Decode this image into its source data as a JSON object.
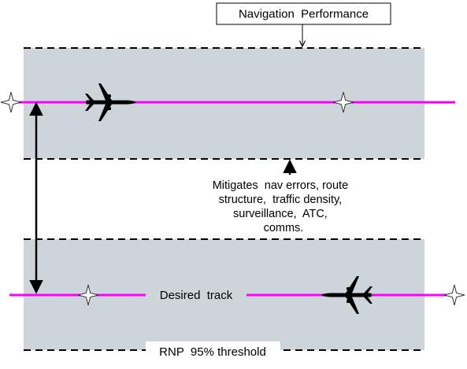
{
  "labels": {
    "top_box": "Navigation  Performance",
    "mitigates_lines": [
      "Mitigates  nav errors, route",
      "structure,  traffic density,",
      "surveillance,  ATC,",
      "comms."
    ],
    "desired_track": "Desired  track",
    "rnp_threshold": "RNP  95% threshold"
  },
  "colors": {
    "track": "#ff00ff",
    "corridor_fill": "#cdd5db",
    "corridor_boundary": "#000000",
    "aircraft": "#000000",
    "waypoint_fill": "#ffffff"
  },
  "icons": {
    "waypoint": "four-point-star-icon",
    "aircraft": "airplane-icon"
  }
}
